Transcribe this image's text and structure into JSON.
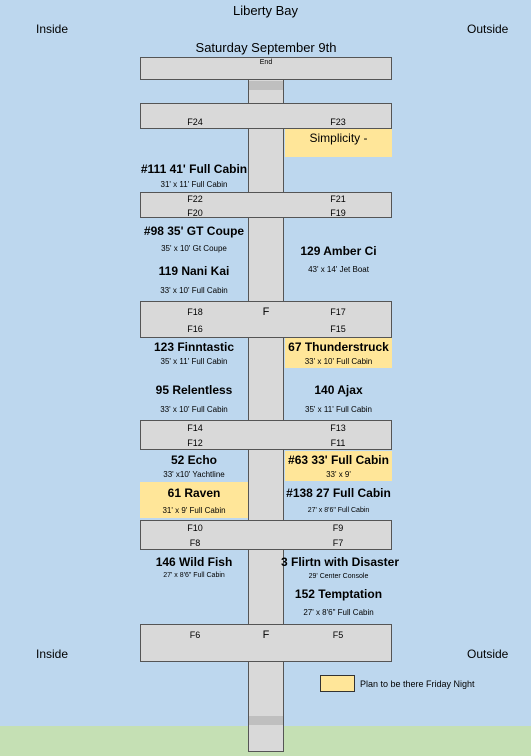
{
  "title": "Liberty Bay",
  "corners": {
    "inside": "Inside",
    "outside": "Outside"
  },
  "date": "Saturday September 9th",
  "end_label": "End",
  "dock_letter": "F",
  "fingers": {
    "F24": "F24",
    "F23": "F23",
    "F22": "F22",
    "F21": "F21",
    "F20": "F20",
    "F19": "F19",
    "F18": "F18",
    "F17": "F17",
    "F16": "F16",
    "F15": "F15",
    "F14": "F14",
    "F13": "F13",
    "F12": "F12",
    "F11": "F11",
    "F10": "F10",
    "F9": "F9",
    "F8": "F8",
    "F7": "F7",
    "F6": "F6",
    "F5": "F5"
  },
  "boats": {
    "simplicity": {
      "name": "Simplicity -",
      "friday": true
    },
    "b111": {
      "name": "#111 41' Full Cabin",
      "desc": "31' x 11' Full Cabin"
    },
    "b98": {
      "name": "#98 35' GT Coupe",
      "desc": "35' x 10' Gt Coupe"
    },
    "b119": {
      "name": "119 Nani Kai",
      "desc": "33' x 10' Full Cabin"
    },
    "b129": {
      "name": "129 Amber Ci",
      "desc": "43' x 14' Jet Boat"
    },
    "b123": {
      "name": "123 Finntastic",
      "desc": "35' x 11' Full Cabin"
    },
    "b67": {
      "name": "67 Thunderstruck",
      "desc": "33' x 10' Full Cabin",
      "friday": true
    },
    "b95": {
      "name": "95 Relentless",
      "desc": "33' x 10' Full Cabin"
    },
    "b140": {
      "name": "140 Ajax",
      "desc": "35' x 11' Full Cabin"
    },
    "b52": {
      "name": "52 Echo",
      "desc": "33' x10' Yachtline"
    },
    "b63": {
      "name": "#63 33' Full Cabin",
      "desc": "33' x 9'",
      "friday": true
    },
    "b61": {
      "name": "61 Raven",
      "desc": "31' x 9' Full Cabin",
      "friday": true
    },
    "b138": {
      "name": "#138 27 Full Cabin",
      "desc": "27' x 8'6\" Full Cabin"
    },
    "b146": {
      "name": "146 Wild Fish",
      "desc": "27' x 8'6\" Full Cabin"
    },
    "b3": {
      "name": "3 Flirtn with Disaster",
      "desc": "29' Center Console"
    },
    "b152": {
      "name": "152 Temptation",
      "desc": "27' x 8'6\" Full Cabin"
    }
  },
  "legend": {
    "label": "Plan to be there Friday Night",
    "color": "#ffe699"
  },
  "colors": {
    "water": "#bdd7ee",
    "dock": "#d9d9d9",
    "highlight": "#ffe699",
    "land": "#c5e0b4"
  }
}
